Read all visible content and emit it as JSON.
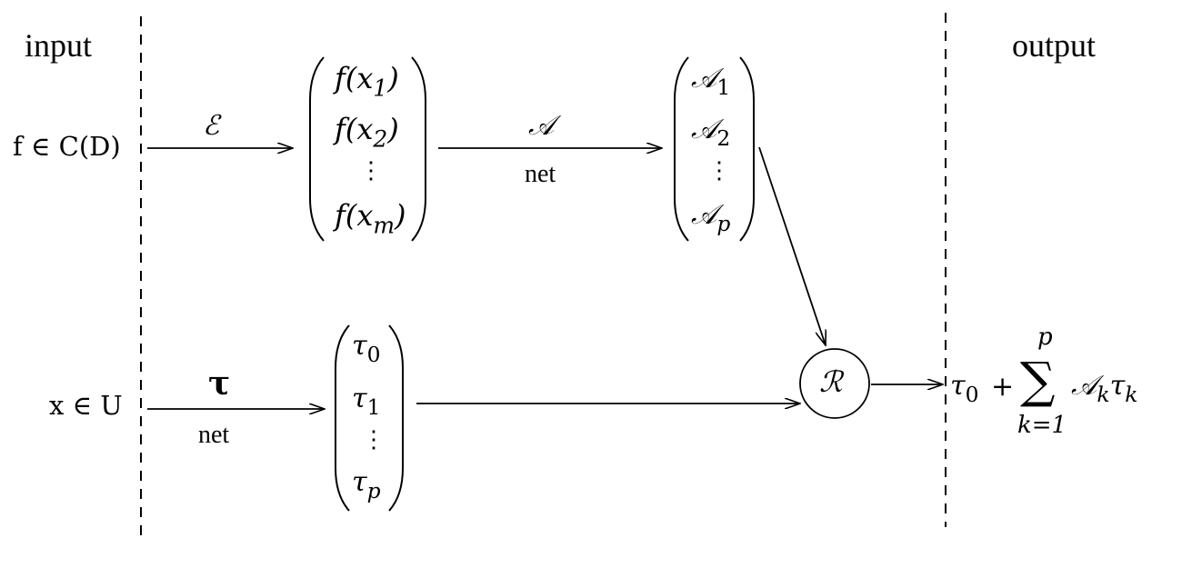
{
  "labels": {
    "input": "input",
    "output": "output",
    "f_in": "f ∈ C(D)",
    "x_in": "x ∈ U",
    "encoder_op": "ℰ",
    "branch_op": "𝒜",
    "branch_net": "net",
    "trunk_op": "τ",
    "trunk_net": "net",
    "reconstruction_op": "ℛ"
  },
  "sensor_vector": {
    "entries": [
      {
        "base": "f(x",
        "sub": "1",
        "tail": ")"
      },
      {
        "base": "f(x",
        "sub": "2",
        "tail": ")"
      },
      {
        "base": "f(x",
        "sub": "m",
        "tail": ")"
      }
    ],
    "dots": "⋮"
  },
  "branch_vector": {
    "entries": [
      {
        "base": "𝒜",
        "sub": "1"
      },
      {
        "base": "𝒜",
        "sub": "2"
      },
      {
        "base": "𝒜",
        "sub": "p"
      }
    ],
    "dots": "⋮"
  },
  "trunk_vector": {
    "entries": [
      {
        "base": "τ",
        "sub": "0"
      },
      {
        "base": "τ",
        "sub": "1"
      },
      {
        "base": "τ",
        "sub": "p"
      }
    ],
    "dots": "⋮"
  },
  "output_formula": {
    "lead": "τ",
    "lead_sub": "0",
    "plus": "+",
    "sum": "∑",
    "upper": "p",
    "lower": "k=1",
    "term_a": "𝒜",
    "term_a_sub": "k",
    "term_t": "τ",
    "term_t_sub": "k"
  }
}
